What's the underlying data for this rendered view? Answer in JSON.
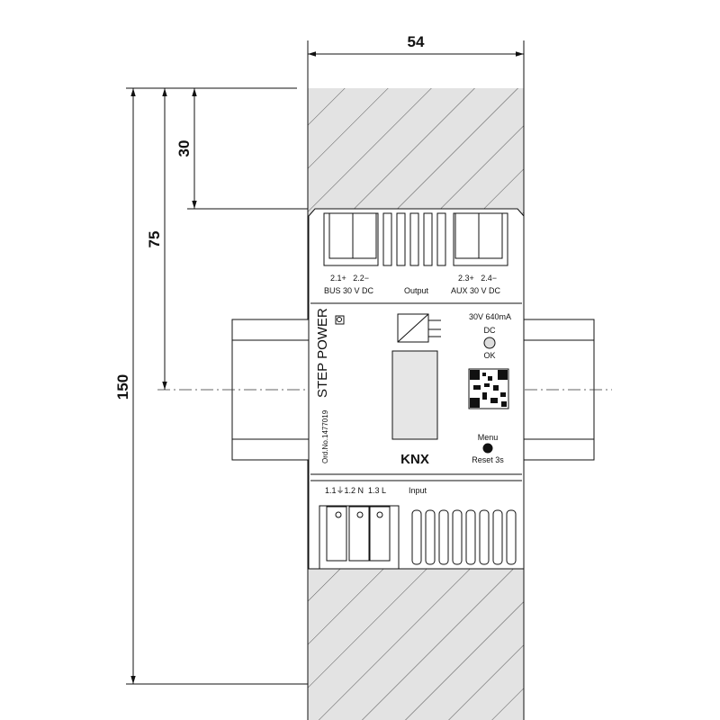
{
  "dimensions": {
    "width": "54",
    "total_height": "150",
    "rail_center": "75",
    "top_offset": "30"
  },
  "terminals_top": {
    "bus_pins": "2.1+   2.2−",
    "bus_label": "BUS 30 V DC",
    "output_label": "Output",
    "aux_pins": "2.3+   2.4−",
    "aux_label": "AUX 30 V DC"
  },
  "front": {
    "product_name": "STEP POWER",
    "order_number": "Ord.No.1477019",
    "rating": "30V 640mA",
    "led_top_label": "DC",
    "led_bottom_label": "OK",
    "menu_label": "Menu",
    "reset_label": "Reset 3s",
    "logo": "KNX"
  },
  "terminals_bottom": {
    "pins": "1.1⏚1.2 N  1.3 L",
    "input_label": "Input"
  },
  "colors": {
    "line": "#111111",
    "display": "#e6e6e6",
    "led": "#dddddd"
  }
}
